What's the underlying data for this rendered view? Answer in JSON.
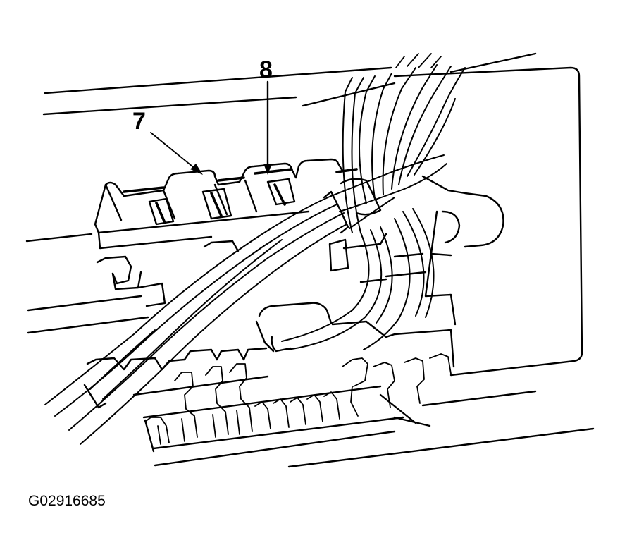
{
  "callouts": {
    "seven": "7",
    "eight": "8"
  },
  "figure_id": "G02916685"
}
